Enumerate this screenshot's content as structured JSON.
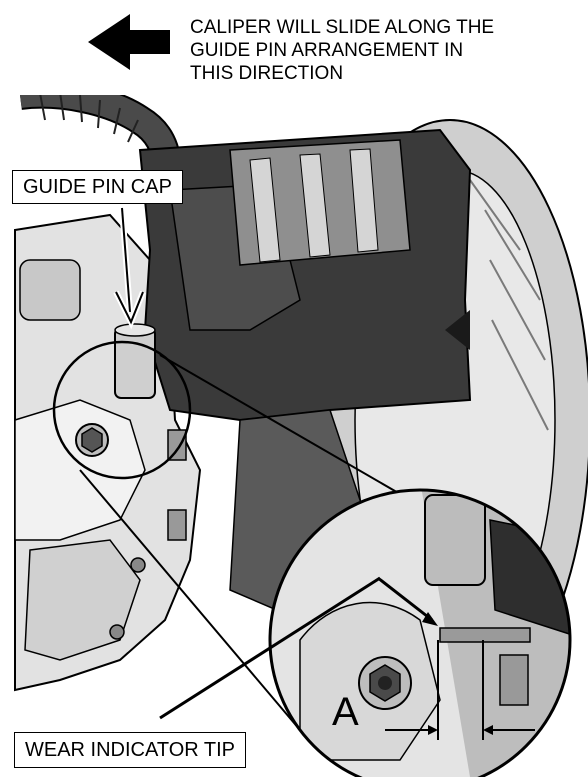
{
  "caption": {
    "lines": [
      "CALIPER WILL SLIDE ALONG THE",
      "GUIDE PIN  ARRANGEMENT IN",
      "THIS DIRECTION"
    ]
  },
  "labels": {
    "guide_pin_cap": "GUIDE PIN CAP",
    "wear_indicator_tip": "WEAR INDICATOR TIP",
    "dimension": "A"
  },
  "colors": {
    "caliper": "#3a3a3a",
    "metal_light": "#d9d9d9",
    "metal_mid": "#a6a6a6",
    "outline": "#000000",
    "background": "#ffffff"
  }
}
